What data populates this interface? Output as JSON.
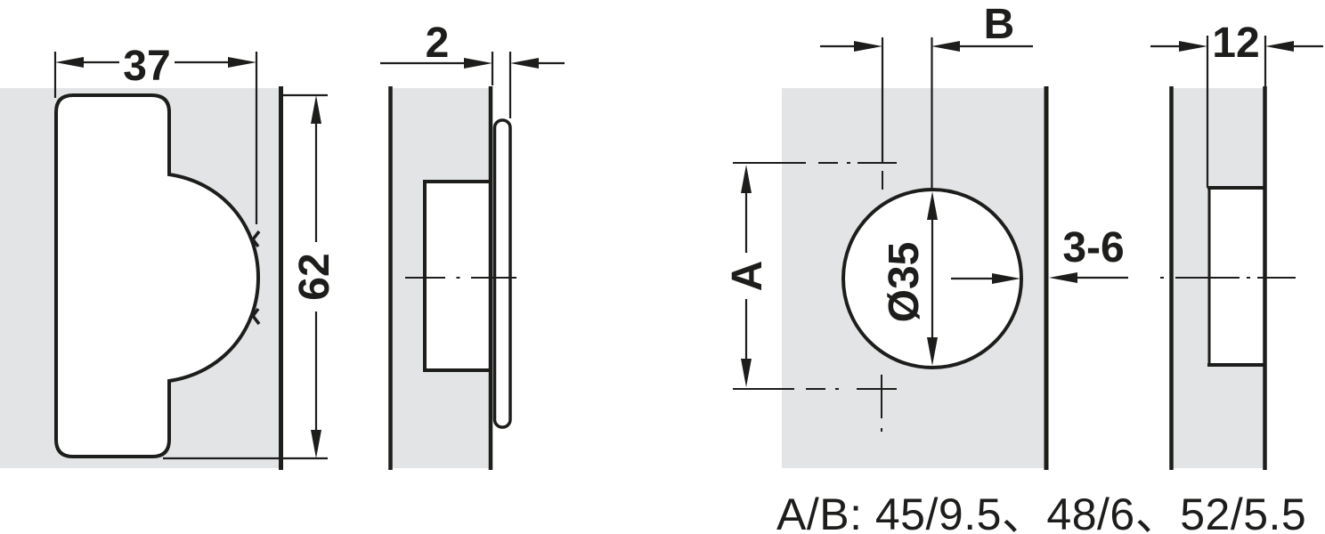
{
  "colors": {
    "background": "#ffffff",
    "panel_fill": "#e3e4e6",
    "line": "#1d1d1b"
  },
  "figures": {
    "front_view": {
      "width_label": "37",
      "height_label": "62"
    },
    "side_view": {
      "flange_thickness_label": "2"
    },
    "drilling_front": {
      "offset_label": "B",
      "spacing_label": "A",
      "diameter_label": "Ø35",
      "edge_distance_label": "3-6"
    },
    "drilling_section": {
      "depth_label": "12"
    }
  },
  "caption": {
    "text": "A/B: 45/9.5、48/6、52/5.5"
  }
}
